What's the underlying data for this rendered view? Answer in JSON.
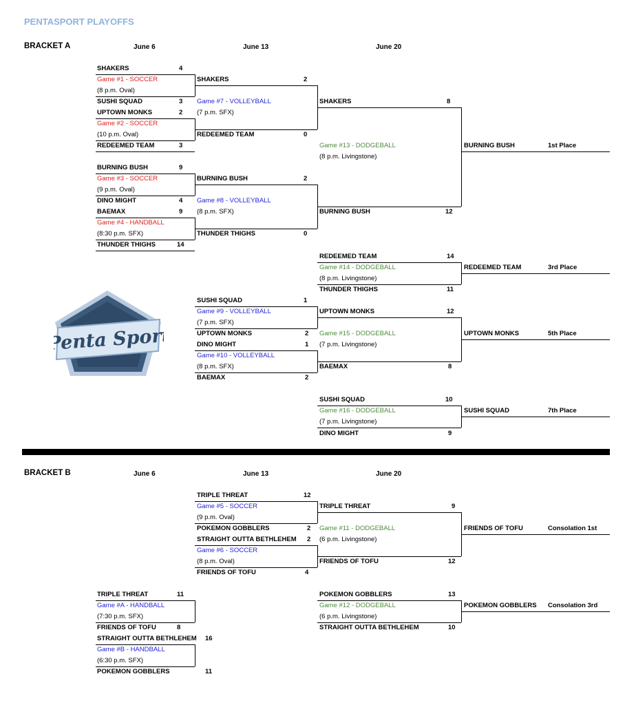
{
  "page_title": "PENTASPORT PLAYOFFS",
  "logo_text": "Penta Sport",
  "bracket_a": {
    "label": "BRACKET A",
    "dates": [
      "June 6",
      "June 13",
      "June 20"
    ],
    "games": {
      "g1": {
        "t1": "SHAKERS",
        "s1": "4",
        "label": "Game #1 - SOCCER",
        "time": "(8 p.m. Oval)",
        "t2": "SUSHI SQUAD",
        "s2": "3"
      },
      "g2": {
        "t1": "UPTOWN MONKS",
        "s1": "2",
        "label": "Game #2 - SOCCER",
        "time": "(10 p.m. Oval)",
        "t2": "REDEEMED TEAM",
        "s2": "3"
      },
      "g3": {
        "t1": "BURNING BUSH",
        "s1": "9",
        "label": "Game #3 - SOCCER",
        "time": "(9 p.m. Oval)",
        "t2": "DINO MIGHT",
        "s2": "4"
      },
      "g4": {
        "t1": "BAEMAX",
        "s1": "9",
        "label": "Game #4 - HANDBALL",
        "time": "(8:30 p.m. SFX)",
        "t2": "THUNDER THIGHS",
        "s2": "14"
      },
      "g7": {
        "t1": "SHAKERS",
        "s1": "2",
        "label": "Game #7 - VOLLEYBALL",
        "time": "(7 p.m. SFX)",
        "t2": "REDEEMED TEAM",
        "s2": "0"
      },
      "g8": {
        "t1": "BURNING BUSH",
        "s1": "2",
        "label": "Game #8 - VOLLEYBALL",
        "time": "(8 p.m. SFX)",
        "t2": "THUNDER THIGHS",
        "s2": "0"
      },
      "g9": {
        "t1": "SUSHI SQUAD",
        "s1": "1",
        "label": "Game #9 - VOLLEYBALL",
        "time": "(7 p.m. SFX)",
        "t2": "UPTOWN MONKS",
        "s2": "2"
      },
      "g10": {
        "t1": "DINO MIGHT",
        "s1": "1",
        "label": "Game #10 - VOLLEYBALL",
        "time": "(8 p.m. SFX)",
        "t2": "BAEMAX",
        "s2": "2"
      },
      "g13": {
        "t1": "SHAKERS",
        "s1": "8",
        "label": "Game #13 - DODGEBALL",
        "time": "(8 p.m. Livingstone)",
        "t2": "BURNING BUSH",
        "s2": "12"
      },
      "g14": {
        "t1": "REDEEMED TEAM",
        "s1": "14",
        "label": "Game #14 - DODGEBALL",
        "time": "(8 p.m. Livingstone)",
        "t2": "THUNDER THIGHS",
        "s2": "11"
      },
      "g15": {
        "t1": "UPTOWN MONKS",
        "s1": "12",
        "label": "Game #15 - DODGEBALL",
        "time": "(7 p.m. Livingstone)",
        "t2": "BAEMAX",
        "s2": "8"
      },
      "g16": {
        "t1": "SUSHI SQUAD",
        "s1": "10",
        "label": "Game #16 - DODGEBALL",
        "time": "(7 p.m. Livingstone)",
        "t2": "DINO MIGHT",
        "s2": "9"
      }
    },
    "results": [
      {
        "team": "BURNING BUSH",
        "place": "1st Place"
      },
      {
        "team": "REDEEMED TEAM",
        "place": "3rd Place"
      },
      {
        "team": "UPTOWN MONKS",
        "place": "5th Place"
      },
      {
        "team": "SUSHI SQUAD",
        "place": "7th Place"
      }
    ]
  },
  "bracket_b": {
    "label": "BRACKET B",
    "dates": [
      "June 6",
      "June 13",
      "June 20"
    ],
    "games": {
      "g5": {
        "t1": "TRIPLE THREAT",
        "s1": "12",
        "label": "Game #5 - SOCCER",
        "time": "(9 p.m. Oval)",
        "t2": "POKEMON GOBBLERS",
        "s2": "2"
      },
      "g6": {
        "t1": "STRAIGHT OUTTA BETHLEHEM",
        "s1": "2",
        "label": "Game #6 - SOCCER",
        "time": "(8 p.m. Oval)",
        "t2": "FRIENDS OF TOFU",
        "s2": "4"
      },
      "g11": {
        "t1": "TRIPLE THREAT",
        "s1": "9",
        "label": "Game #11 - DODGEBALL",
        "time": "(6 p.m. Livingstone)",
        "t2": "FRIENDS OF TOFU",
        "s2": "12"
      },
      "g12": {
        "t1": "POKEMON GOBBLERS",
        "s1": "13",
        "label": "Game #12 - DODGEBALL",
        "time": "(6 p.m. Livingstone)",
        "t2": "STRAIGHT OUTTA BETHLEHEM",
        "s2": "10"
      },
      "gA": {
        "t1": "TRIPLE THREAT",
        "s1": "11",
        "label": "Game #A - HANDBALL",
        "time": "(7:30 p.m. SFX)",
        "t2": "FRIENDS OF TOFU",
        "s2": "8"
      },
      "gB": {
        "t1": "STRAIGHT OUTTA BETHLEHEM",
        "s1": "16",
        "label": "Game #B - HANDBALL",
        "time": "(6:30 p.m. SFX)",
        "t2": "POKEMON GOBBLERS",
        "s2": "11"
      }
    },
    "results": [
      {
        "team": "FRIENDS OF TOFU",
        "place": "Consolation 1st"
      },
      {
        "team": "POKEMON GOBBLERS",
        "place": "Consolation 3rd"
      }
    ]
  },
  "colors": {
    "title": "#8fb3dc",
    "soccer": "#e0201d",
    "volleyball": "#2424d8",
    "dodgeball": "#4e8a3c",
    "logo_fill": "#3d5a7a",
    "logo_banner": "#a9c3dd"
  }
}
